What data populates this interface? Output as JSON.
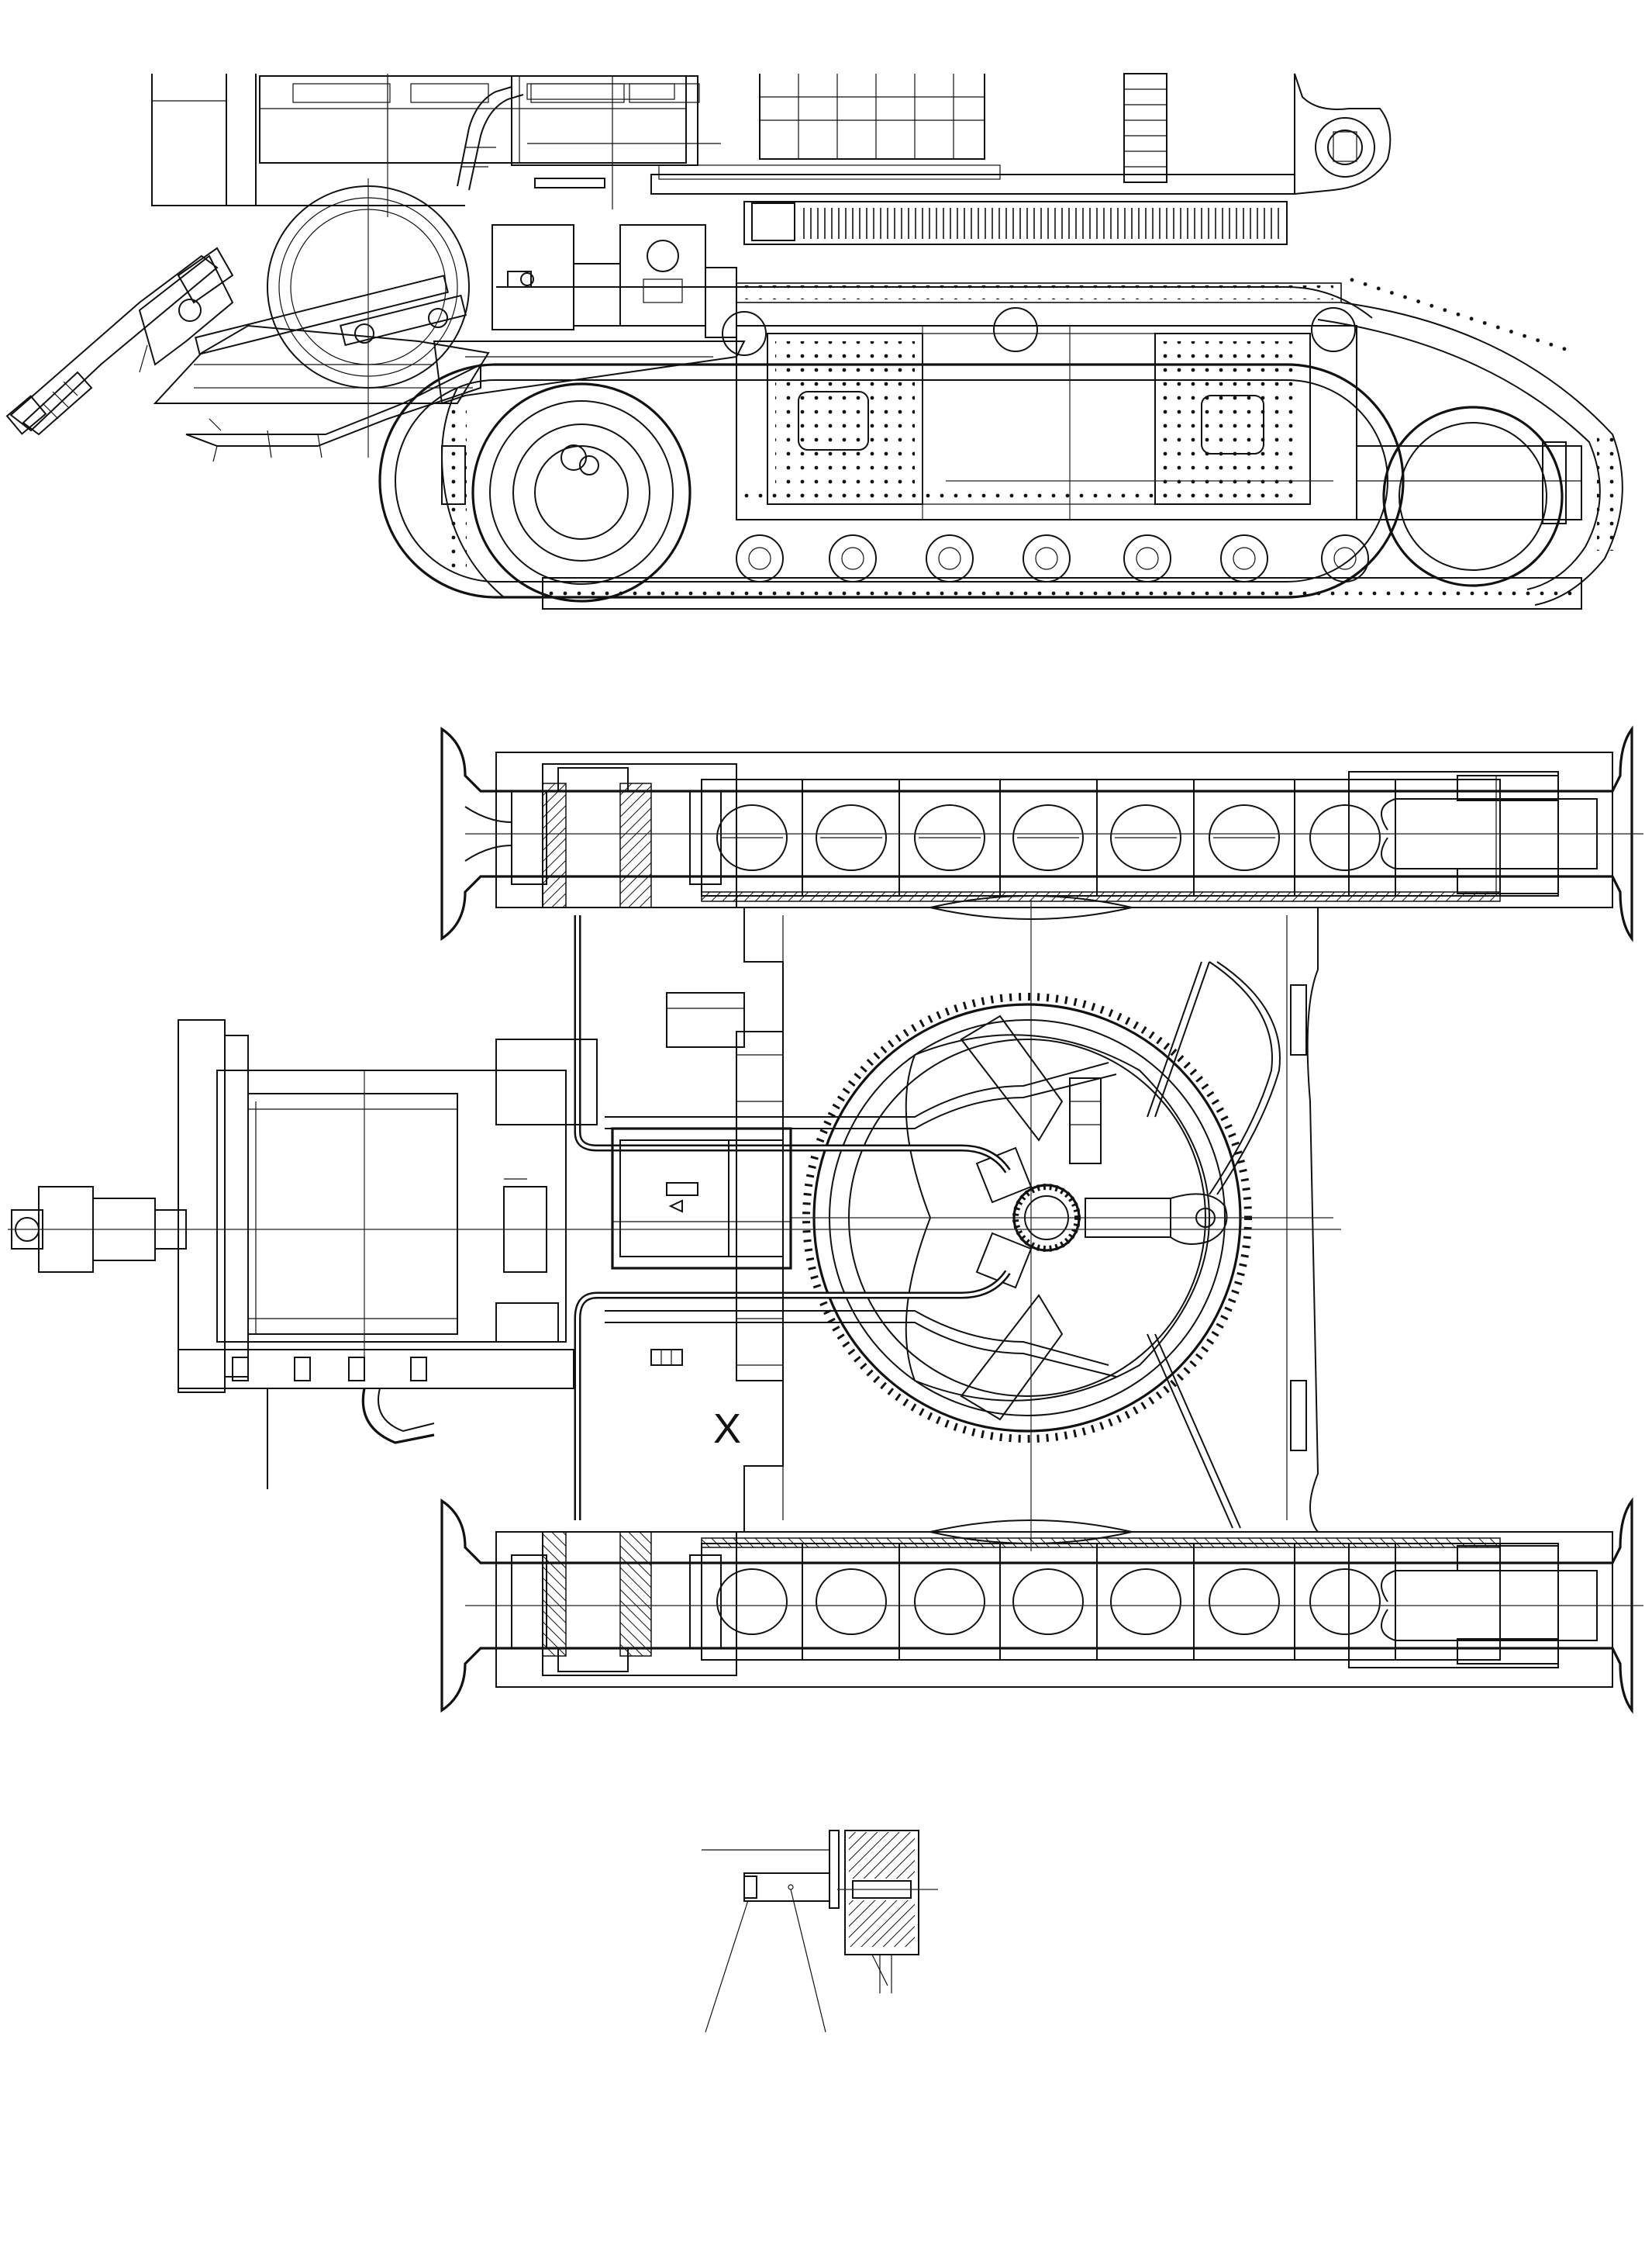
{
  "drawing": {
    "views": [
      "side-elevation",
      "plan-view",
      "detail-x"
    ],
    "labels": {
      "section_marker": "X"
    }
  }
}
